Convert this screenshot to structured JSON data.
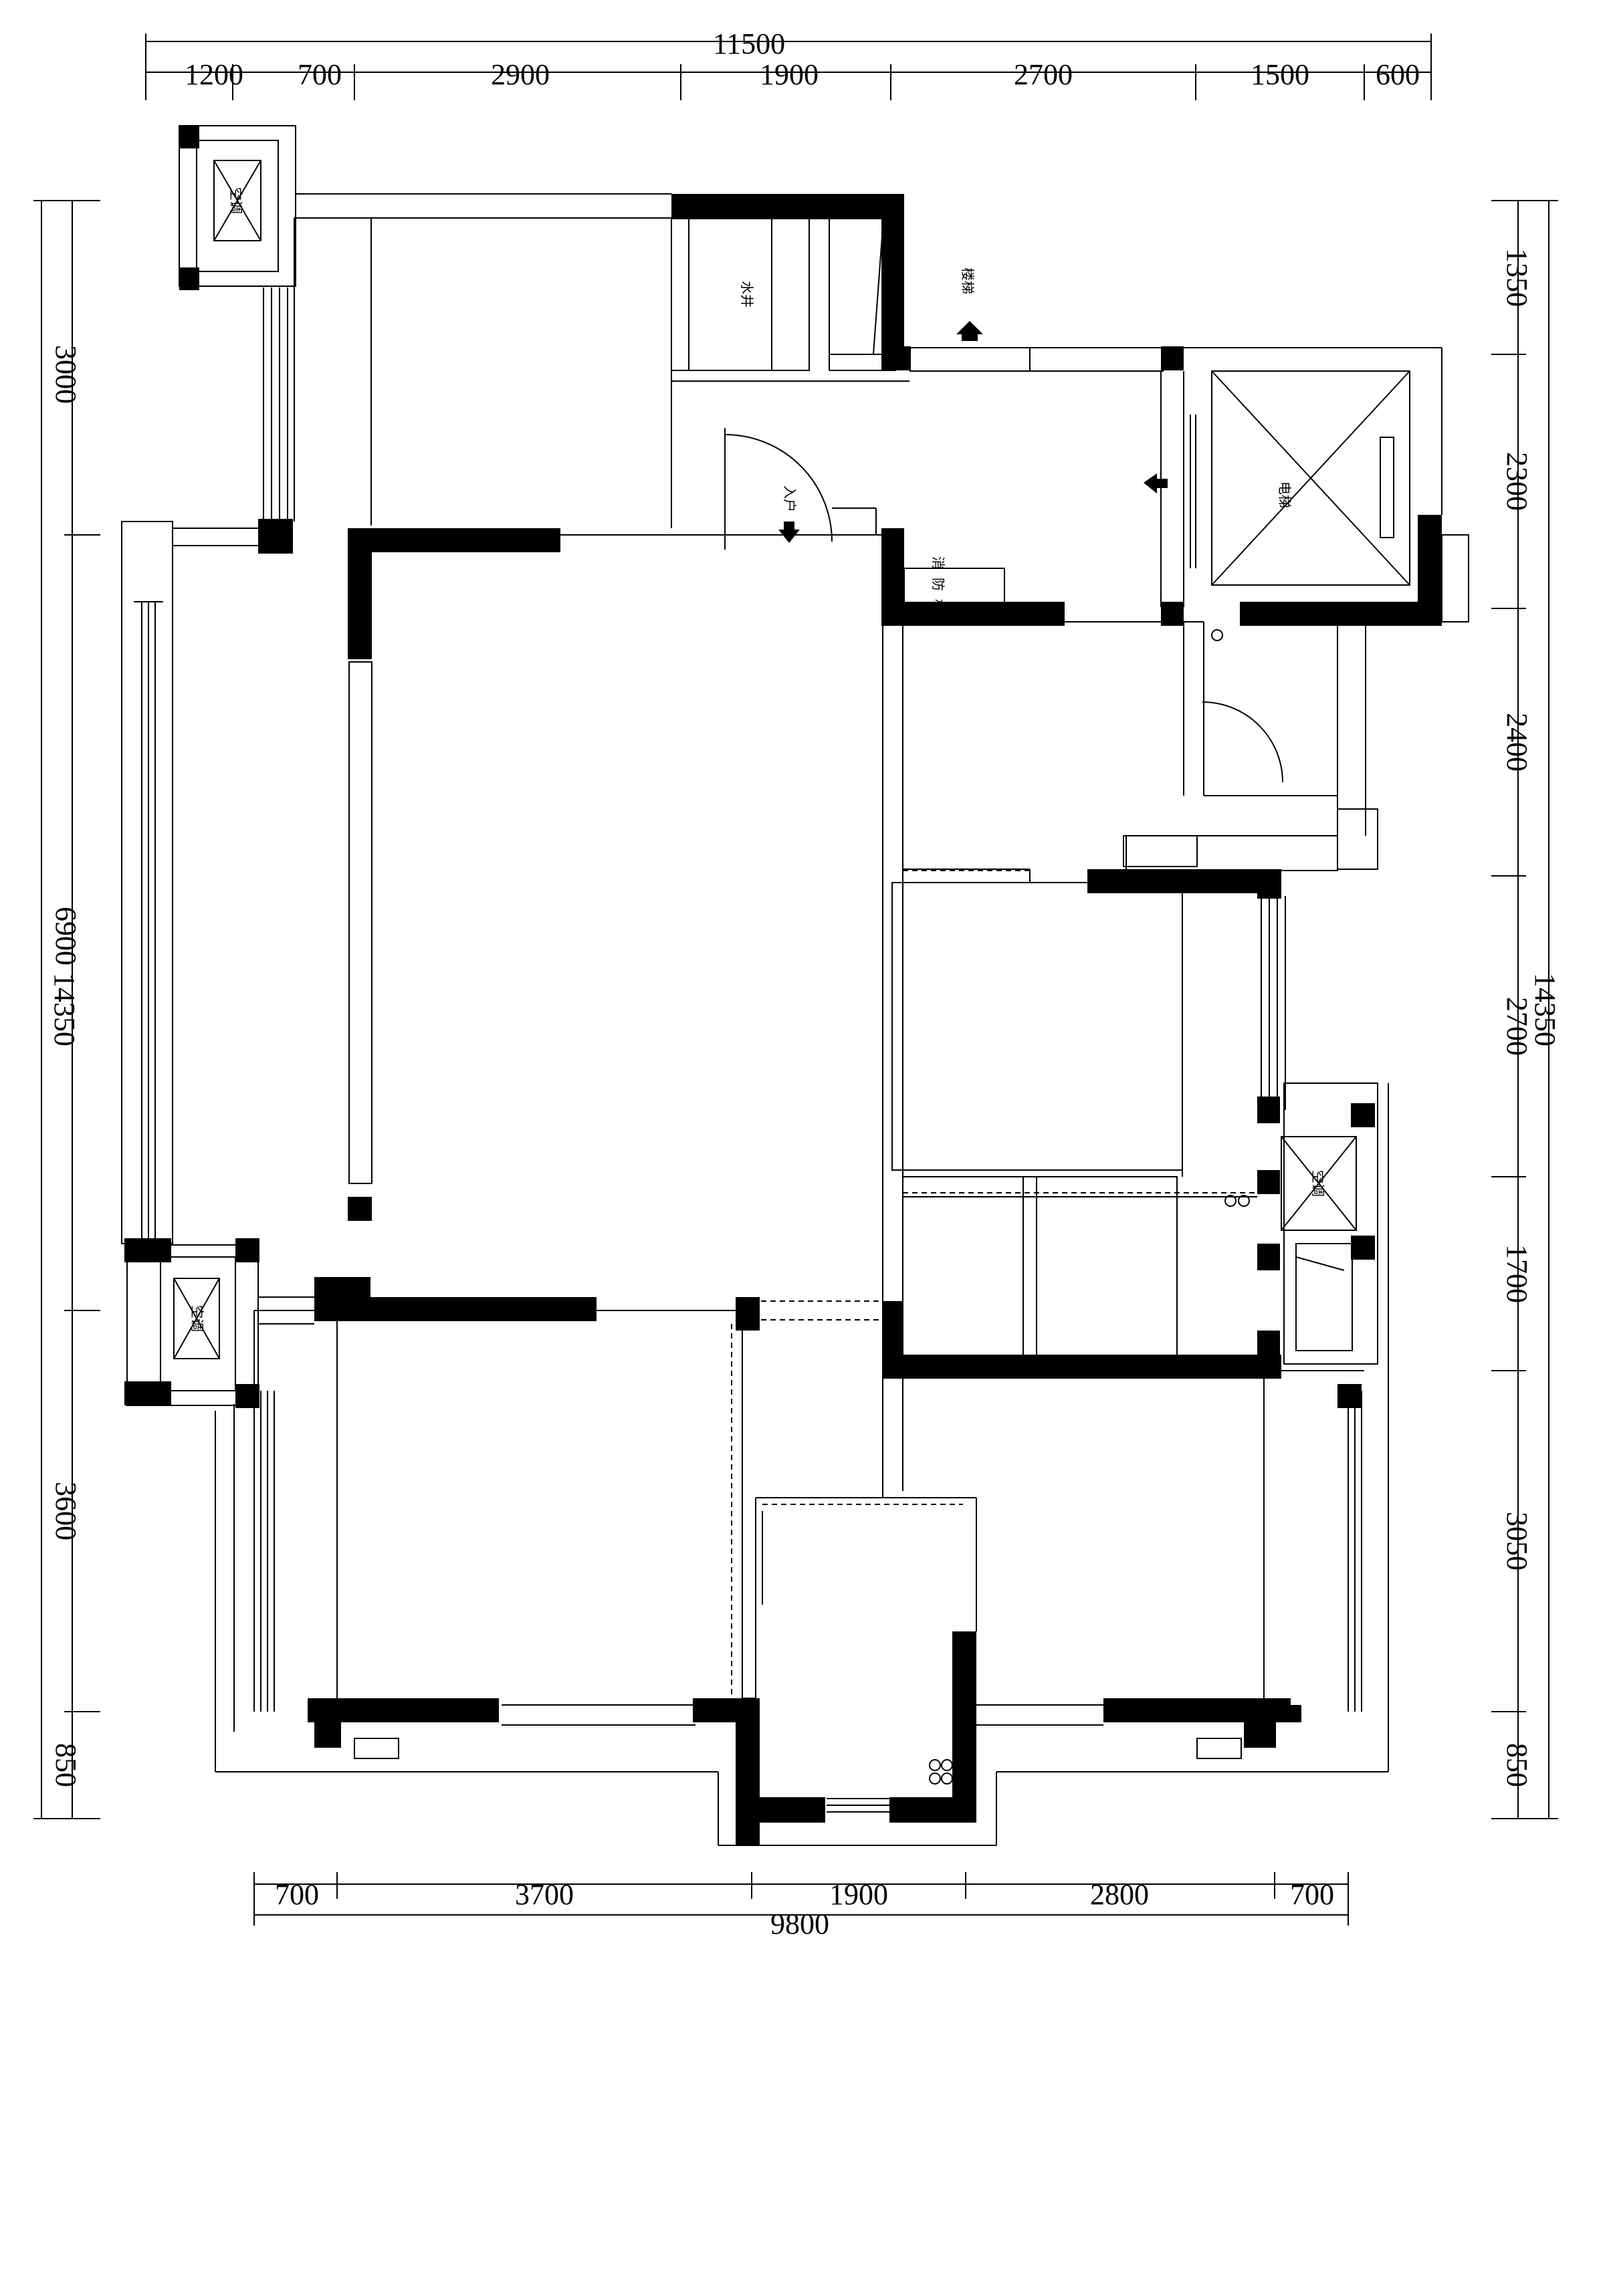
{
  "dimensions": {
    "top_total": "11500",
    "top_segments": [
      "1200",
      "700",
      "2900",
      "1900",
      "2700",
      "1500",
      "600"
    ],
    "bottom_total": "9800",
    "bottom_segments": [
      "700",
      "3700",
      "1900",
      "2800",
      "700"
    ],
    "left_total": "14350",
    "left_segments": [
      "3000",
      "6900",
      "3600",
      "850"
    ],
    "right_total": "14350",
    "right_segments": [
      "1350",
      "2300",
      "2400",
      "2700",
      "1700",
      "3050",
      "850"
    ]
  },
  "labels": {
    "water_well": "水井",
    "stairs": "楼梯",
    "entrance": "入户",
    "fire_hydrant": "消防栓",
    "elevator": "电梯",
    "ac_unit": "空调"
  }
}
